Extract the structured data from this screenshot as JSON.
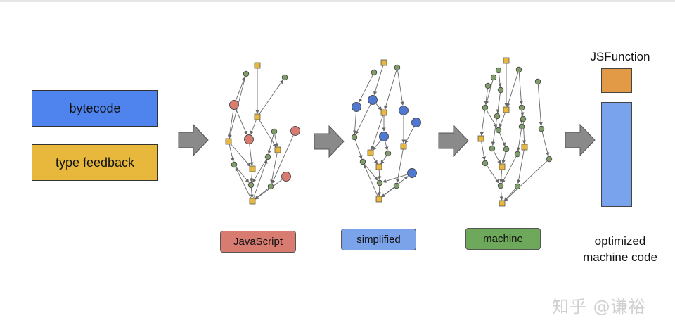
{
  "inputs": {
    "bytecode": "bytecode",
    "type_feedback": "type feedback"
  },
  "stages": {
    "javascript": "JavaScript",
    "simplified": "simplified",
    "machine": "machine"
  },
  "output": {
    "jsfunction": "JSFunction",
    "optimized_line1": "optimized",
    "optimized_line2": "machine code"
  },
  "watermark": "知乎 @谦裕",
  "colors": {
    "bytecode": "#4f84ee",
    "type_feedback": "#e7b83b",
    "javascript": "#d87b70",
    "simplified": "#7aa3ea",
    "machine": "#6ea85a",
    "jsfunction": "#e39a47",
    "machine_code": "#79a3ec",
    "arrow": "#8a8a8a"
  }
}
